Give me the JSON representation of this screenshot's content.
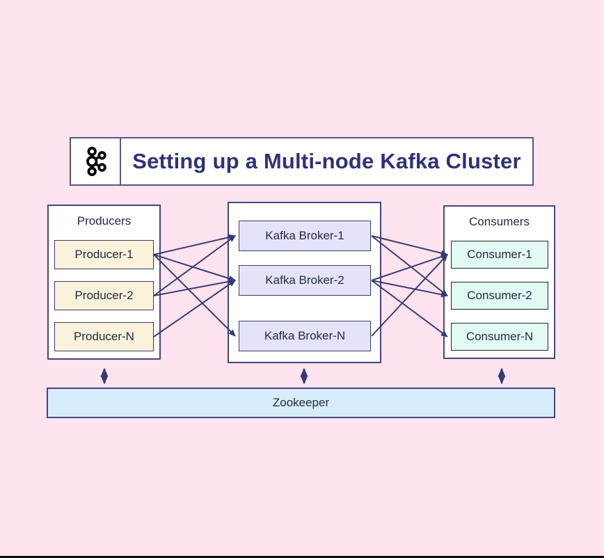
{
  "header": {
    "title": "Setting up a Multi-node Kafka Cluster",
    "logo_icon": "kafka-logo"
  },
  "groups": {
    "producers": {
      "title": "Producers",
      "items": [
        {
          "label": "Producer-1"
        },
        {
          "label": "Producer-2"
        },
        {
          "label": "Producer-N"
        }
      ]
    },
    "brokers": {
      "items": [
        {
          "label": "Kafka Broker-1"
        },
        {
          "label": "Kafka Broker-2"
        },
        {
          "label": "Kafka Broker-N"
        }
      ]
    },
    "consumers": {
      "title": "Consumers",
      "items": [
        {
          "label": "Consumer-1"
        },
        {
          "label": "Consumer-2"
        },
        {
          "label": "Consumer-N"
        }
      ]
    }
  },
  "zookeeper": {
    "label": "Zookeeper"
  },
  "connections": {
    "producers_to_brokers": [
      [
        0,
        0
      ],
      [
        0,
        1
      ],
      [
        0,
        2
      ],
      [
        1,
        0
      ],
      [
        1,
        1
      ],
      [
        2,
        1
      ]
    ],
    "brokers_to_consumers": [
      [
        0,
        0
      ],
      [
        0,
        1
      ],
      [
        1,
        0
      ],
      [
        1,
        1
      ],
      [
        1,
        2
      ],
      [
        2,
        0
      ]
    ],
    "zookeeper_bidirectional_links": [
      "producers",
      "brokers",
      "consumers"
    ]
  },
  "colors": {
    "background": "#ffe3ee",
    "panel_white": "#ffffff",
    "border_navy": "#45457c",
    "title_text": "#2e3277",
    "node_text": "#232a44",
    "arrow": "#363b74",
    "producer_fill": "#faf2db",
    "broker_fill": "#e4e3f9",
    "consumer_fill": "#e1fbf4",
    "consumer_border": "#20242f",
    "zookeeper_fill": "#d8edfb",
    "logo_black": "#0a0a0a"
  }
}
